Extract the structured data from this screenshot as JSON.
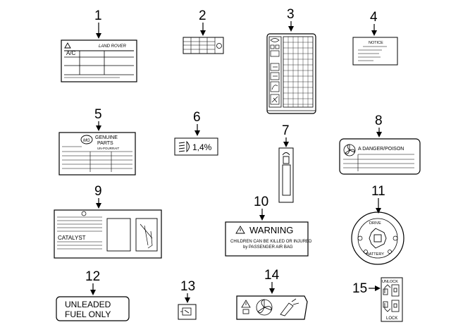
{
  "callouts": [
    "1",
    "2",
    "3",
    "4",
    "5",
    "6",
    "7",
    "8",
    "9",
    "10",
    "11",
    "12",
    "13",
    "14",
    "15"
  ],
  "labels": {
    "l1_brand": "LAND ROVER",
    "l1_ac": "A/C",
    "l4_title": "NOTICE",
    "l5_genuine": "GENUINE",
    "l5_parts": "PARTS",
    "l5_sub": "UN-POURRAIT",
    "l5_logo": "MG",
    "l6_value": "1,4%",
    "l8_text": "A DANGER/POISON",
    "l9_catalyst": "CATALYST",
    "l10_title": "WARNING",
    "l10_line1": "CHILDREN CAN BE KILLED OR INJURED",
    "l10_line2": "by PASSENGER AIR BAG",
    "l11_top": "DRIVE",
    "l11_bottom": "BATTERY",
    "l12_line1": "UNLEADED",
    "l12_line2": "FUEL ONLY",
    "l15_unlock": "UNLOCK",
    "l15_lock": "LOCK"
  }
}
